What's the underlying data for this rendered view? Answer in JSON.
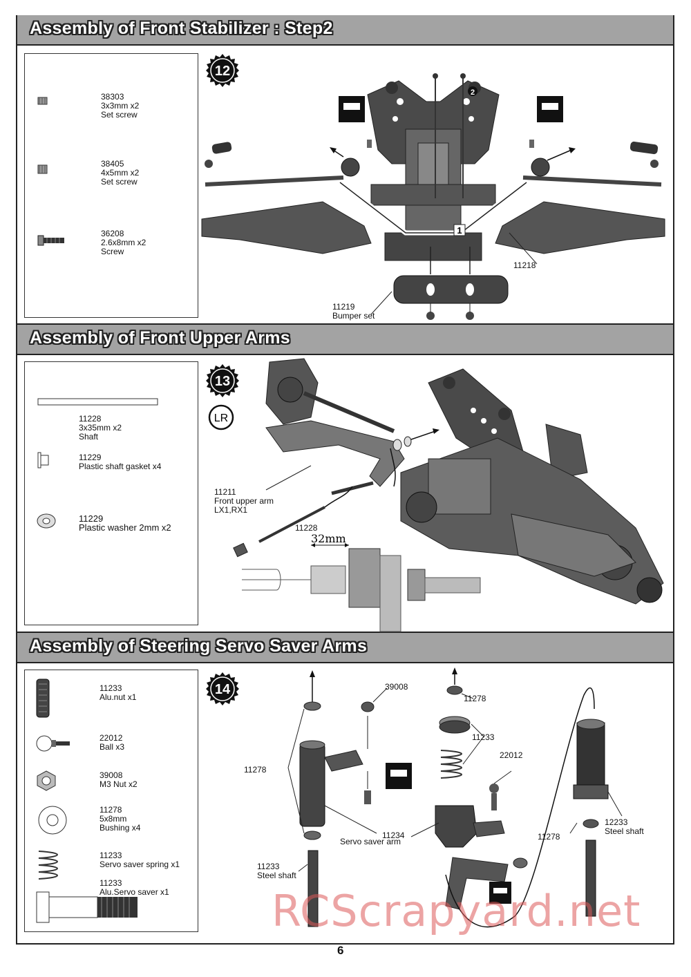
{
  "page_number": "6",
  "watermark": "RCScrapyard.net",
  "sections": [
    {
      "title": "Assembly of Front Stabilizer : Step2",
      "step": "12",
      "parts": [
        {
          "id": "38303",
          "spec": "3x3mm x2",
          "name": "Set screw",
          "icon": "set-screw-icon"
        },
        {
          "id": "38405",
          "spec": "4x5mm x2",
          "name": "Set screw",
          "icon": "set-screw-icon"
        },
        {
          "id": "36208",
          "spec": "2.6x8mm x2",
          "name": "Screw",
          "icon": "screw-icon"
        }
      ],
      "callouts": {
        "arm": "11218",
        "bumper_id": "11219",
        "bumper_name": "Bumper set",
        "marker1": "1",
        "marker2": "2"
      }
    },
    {
      "title": "Assembly of Front  Upper Arms",
      "step": "13",
      "side_badge": "LR",
      "parts": [
        {
          "id": "11228",
          "spec": "3x35mm x2",
          "name": "Shaft",
          "icon": "shaft-icon"
        },
        {
          "id": "11229",
          "spec": "Plastic shaft gasket  x4",
          "name": "",
          "icon": "gasket-icon"
        },
        {
          "id": "11229",
          "spec": "Plastic washer 2mm x2",
          "name": "",
          "icon": "washer-icon"
        }
      ],
      "callouts": {
        "arm_id": "11211",
        "arm_name": "Front upper arm",
        "arm_variant": "LX1,RX1",
        "shaft": "11228",
        "dimension": "32mm"
      }
    },
    {
      "title": "Assembly of Steering Servo Saver Arms",
      "step": "14",
      "parts": [
        {
          "id": "11233",
          "spec": "Alu.nut x1",
          "icon": "alu-nut-icon"
        },
        {
          "id": "22012",
          "spec": "Ball x3",
          "icon": "ball-stud-icon"
        },
        {
          "id": "39008",
          "spec": "M3 Nut x2",
          "icon": "nut-icon"
        },
        {
          "id": "11278",
          "spec": "5x8mm",
          "spec2": "Bushing x4",
          "icon": "bushing-icon"
        },
        {
          "id": "11233",
          "spec": "Servo saver spring x1",
          "icon": "spring-icon"
        },
        {
          "id": "11233",
          "spec": "Alu.Servo saver x1",
          "icon": "servo-saver-icon"
        }
      ],
      "callouts": {
        "bushing_left": "11278",
        "nut": "39008",
        "bushing_top": "11278",
        "alu_nut": "11233",
        "ball": "22012",
        "arm_id": "11234",
        "arm_name": "Servo saver arm",
        "shaft_left_id": "11233",
        "shaft_left_name": "Steel shaft",
        "shaft_right_id": "12233",
        "shaft_right_name": "Steel shaft",
        "bushing_right": "11278"
      }
    }
  ]
}
